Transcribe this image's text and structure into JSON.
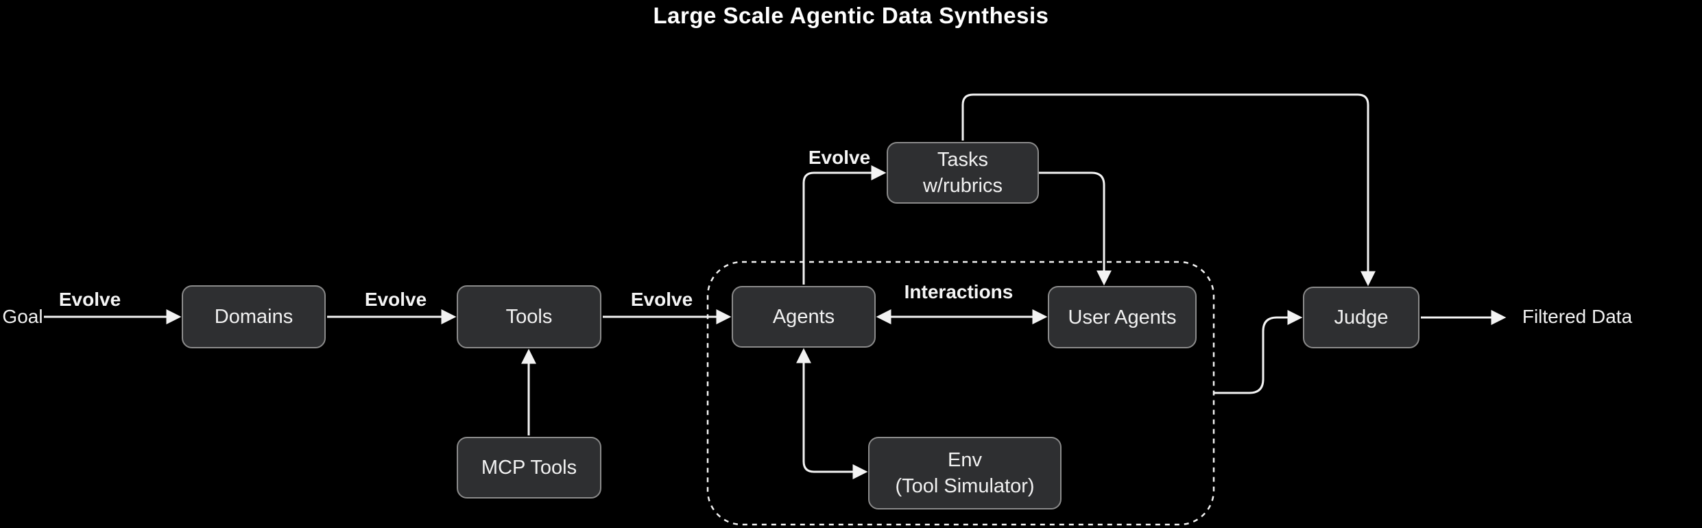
{
  "title": "Large Scale Agentic Data Synthesis",
  "colors": {
    "background": "#000000",
    "node_fill": "#2e2f31",
    "node_border": "#8b8b8b",
    "text": "#f2f2f2",
    "wire": "#f3f3f3"
  },
  "nodes": {
    "goal": {
      "label": "Goal"
    },
    "domains": {
      "label": "Domains"
    },
    "tools": {
      "label": "Tools"
    },
    "mcp_tools": {
      "label": "MCP Tools"
    },
    "agents": {
      "label": "Agents"
    },
    "tasks": {
      "label": "Tasks\nw/rubrics"
    },
    "user_agents": {
      "label": "User Agents"
    },
    "env": {
      "label": "Env\n(Tool Simulator)"
    },
    "judge": {
      "label": "Judge"
    },
    "filtered_data": {
      "label": "Filtered Data"
    }
  },
  "edge_labels": {
    "goal_to_domains": "Evolve",
    "domains_to_tools": "Evolve",
    "tools_to_agents": "Evolve",
    "agents_to_tasks": "Evolve",
    "agents_user_agents": "Interactions"
  }
}
